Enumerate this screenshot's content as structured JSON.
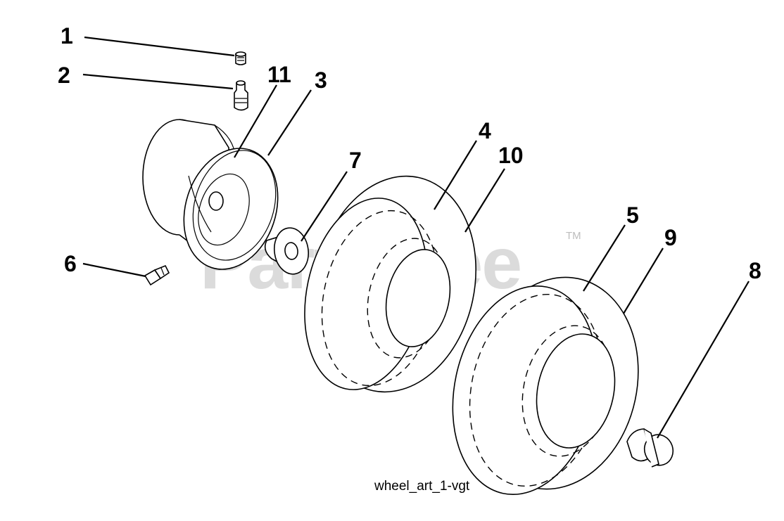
{
  "watermark": {
    "text": "PartsTree",
    "tm": "TM"
  },
  "caption": "wheel_art_1-vgt",
  "callouts": [
    {
      "id": "1"
    },
    {
      "id": "2"
    },
    {
      "id": "3"
    },
    {
      "id": "4"
    },
    {
      "id": "5"
    },
    {
      "id": "6"
    },
    {
      "id": "7"
    },
    {
      "id": "8"
    },
    {
      "id": "9"
    },
    {
      "id": "10"
    },
    {
      "id": "11"
    }
  ]
}
